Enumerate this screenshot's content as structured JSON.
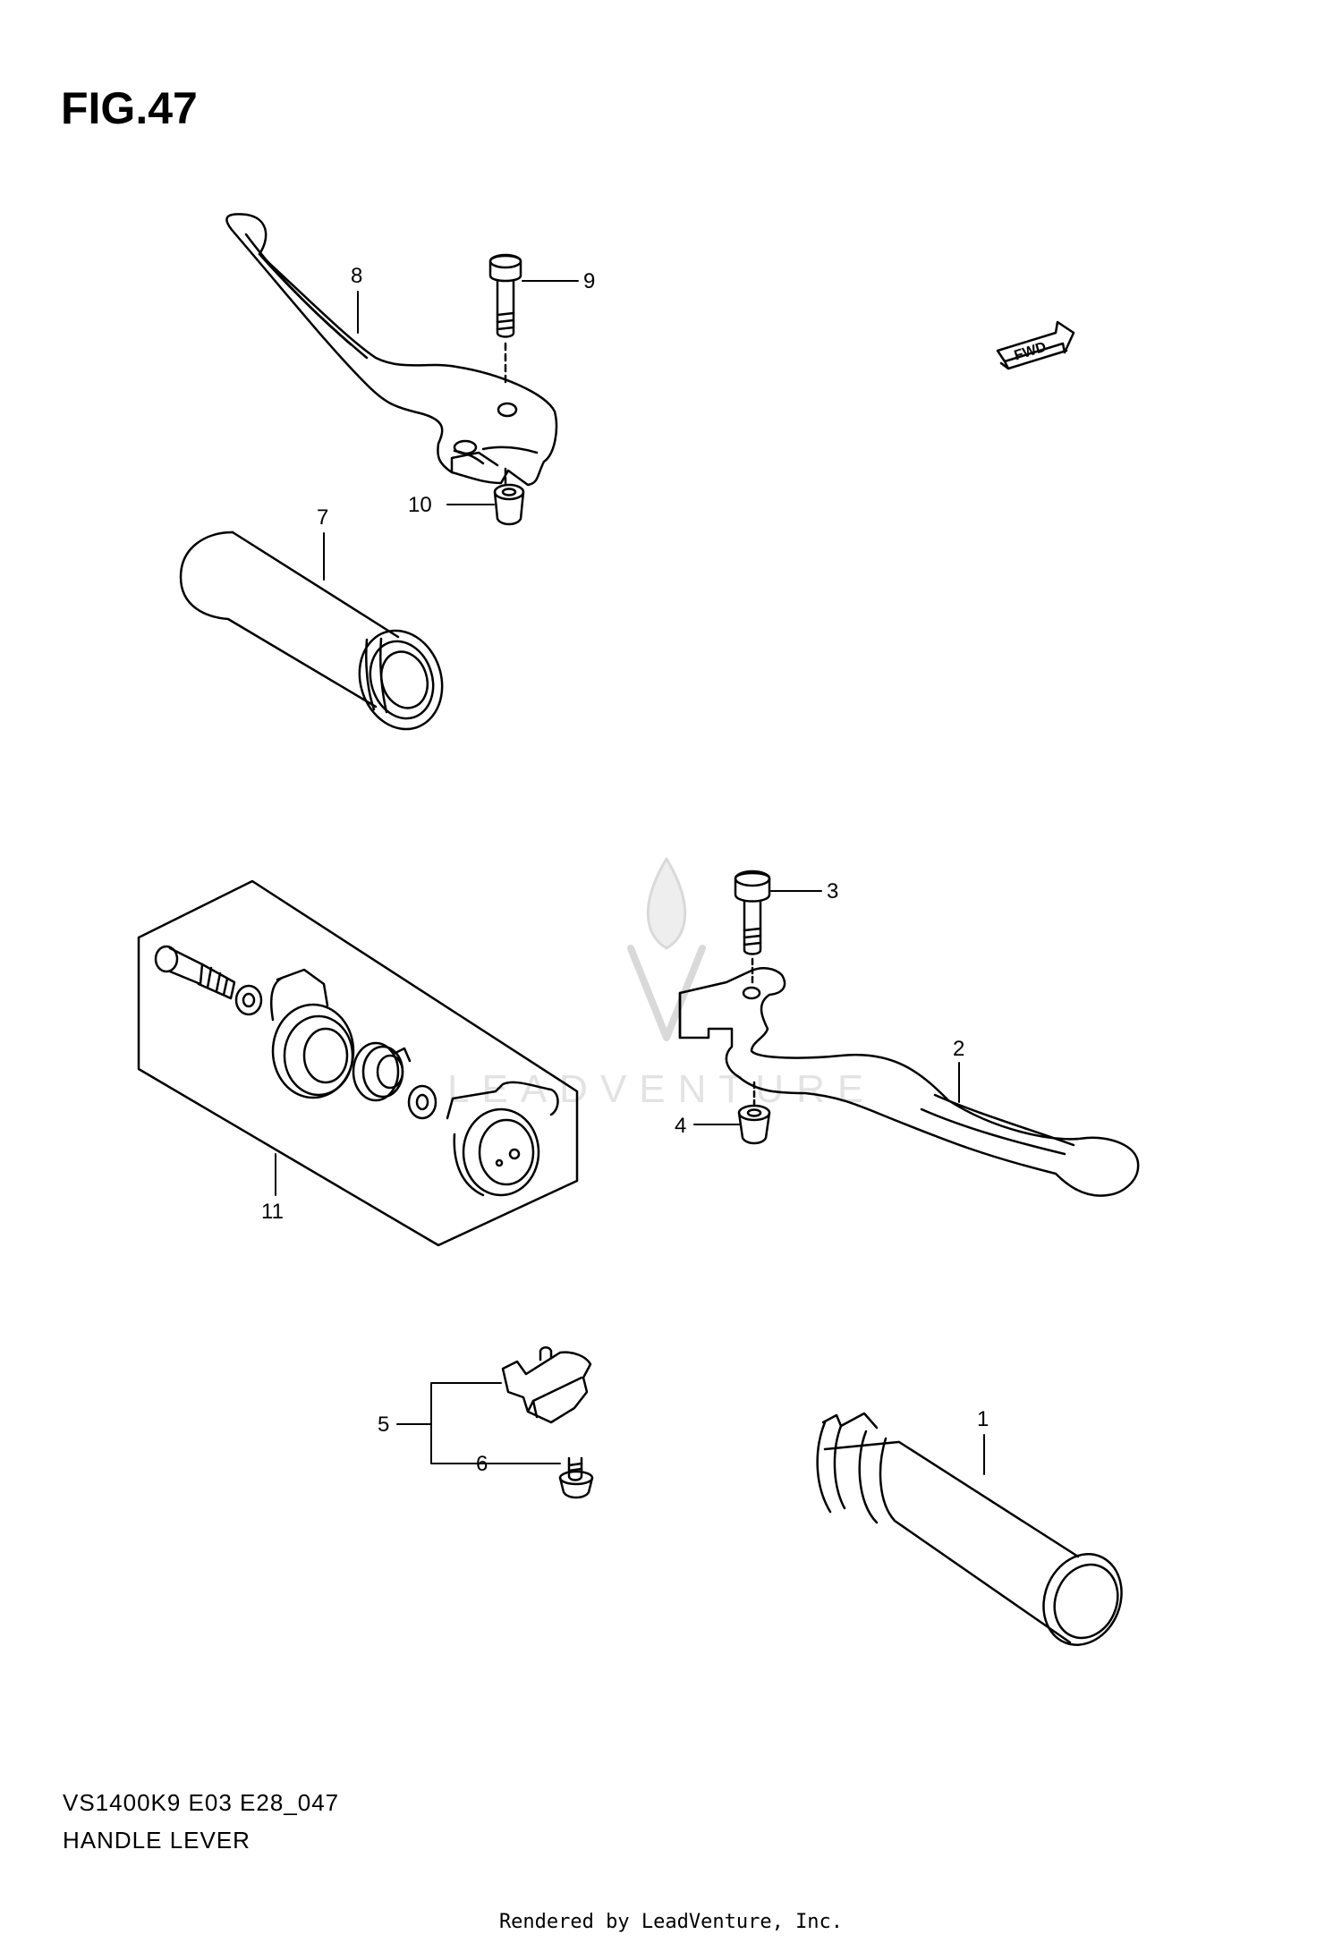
{
  "figure": {
    "title": "FIG.47",
    "model_code": "VS1400K9 E03 E28_047",
    "section_name": "HANDLE LEVER",
    "footer": "Rendered by LeadVenture, Inc.",
    "fwd_badge": "FWD",
    "watermark": "LEADVENTURE"
  },
  "callouts": [
    {
      "id": "1",
      "part": "throttle-grip"
    },
    {
      "id": "2",
      "part": "front-brake-lever"
    },
    {
      "id": "3",
      "part": "lever-pivot-bolt"
    },
    {
      "id": "4",
      "part": "lever-nut"
    },
    {
      "id": "5",
      "part": "front-brake-light-switch"
    },
    {
      "id": "6",
      "part": "switch-screw"
    },
    {
      "id": "7",
      "part": "left-handlebar-grip"
    },
    {
      "id": "8",
      "part": "clutch-lever"
    },
    {
      "id": "9",
      "part": "clutch-lever-bolt"
    },
    {
      "id": "10",
      "part": "clutch-lever-nut"
    },
    {
      "id": "11",
      "part": "lever-adjuster-kit"
    }
  ],
  "colors": {
    "ink": "#000000",
    "paper": "#ffffff",
    "watermark": "#d9d9d9"
  }
}
